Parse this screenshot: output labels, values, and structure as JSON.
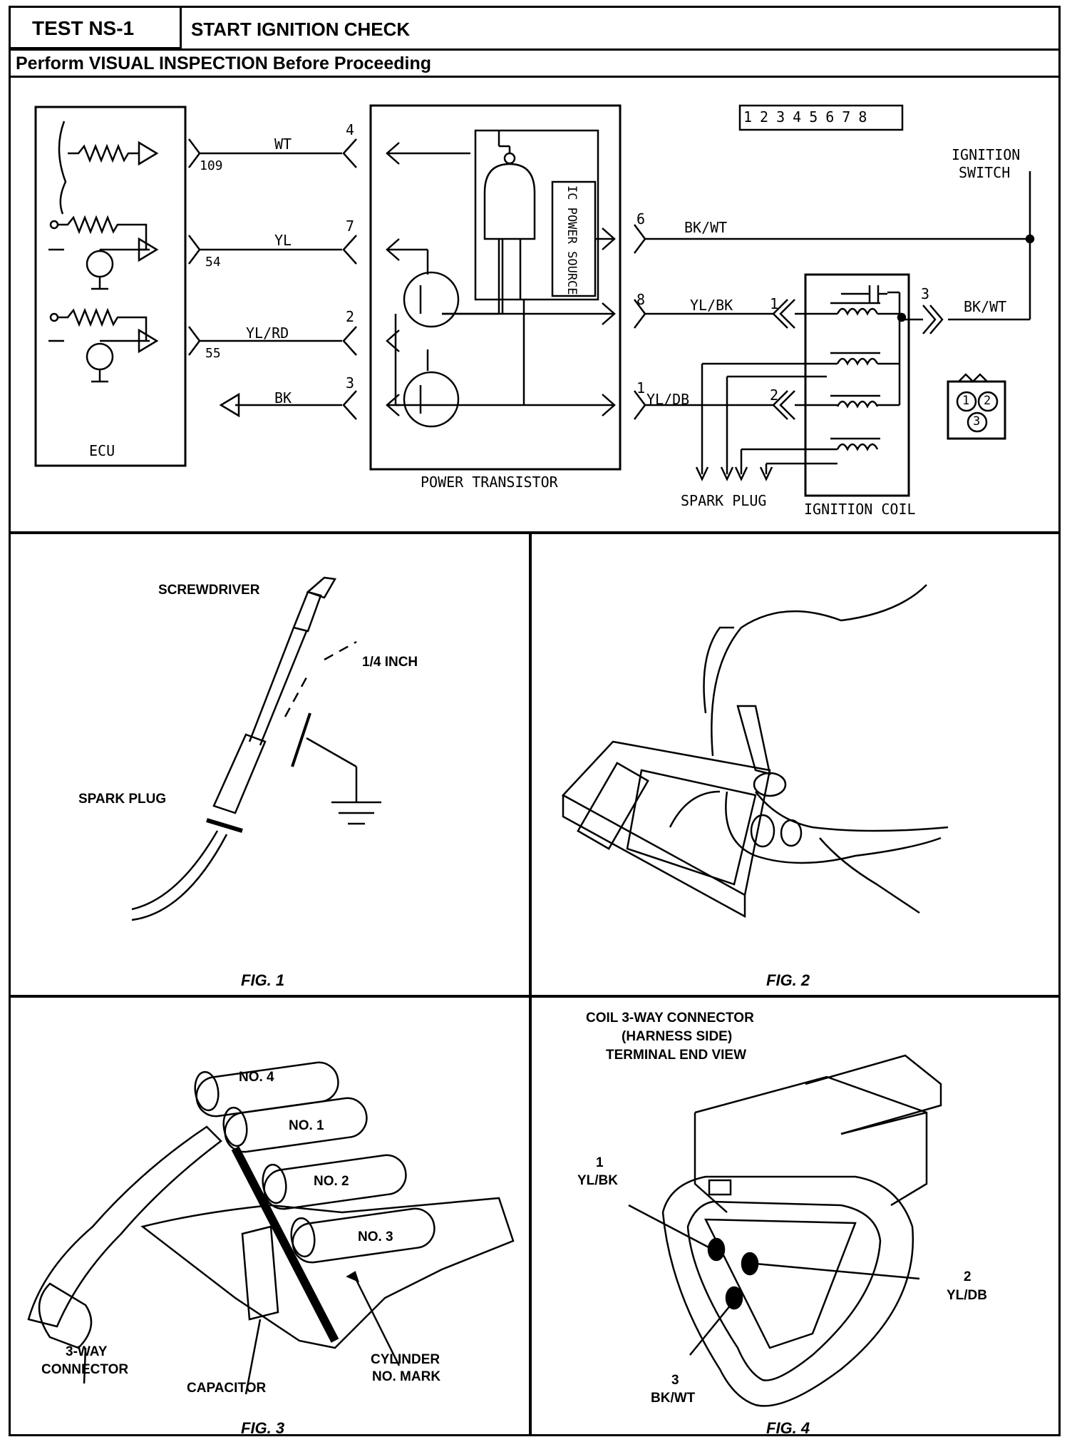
{
  "header": {
    "test_id": "TEST NS-1",
    "title": "START IGNITION CHECK",
    "instruction": "Perform VISUAL INSPECTION Before Proceeding"
  },
  "schematic": {
    "connector_pins": [
      "1",
      "2",
      "3",
      "4",
      "5",
      "6",
      "7",
      "8"
    ],
    "ecu_label": "ECU",
    "power_transistor_label": "POWER TRANSISTOR",
    "ic_power_source": "IC POWER SOURCE",
    "ignition_switch_line1": "IGNITION",
    "ignition_switch_line2": "SWITCH",
    "ignition_coil_label": "IGNITION COIL",
    "spark_plug_label": "SPARK PLUG",
    "ecu_pins": [
      "109",
      "54",
      "55"
    ],
    "wires_left": [
      {
        "color": "WT",
        "pin": "4"
      },
      {
        "color": "YL",
        "pin": "7"
      },
      {
        "color": "YL/RD",
        "pin": "2"
      },
      {
        "color": "BK",
        "pin": "3"
      }
    ],
    "wires_right": [
      {
        "color": "BK/WT",
        "pin": "6"
      },
      {
        "color": "YL/BK",
        "pin": "8"
      },
      {
        "color": "YL/DB",
        "pin": "1"
      }
    ],
    "coil_pins": [
      "1",
      "2",
      "3"
    ],
    "coil_out_wire": "BK/WT",
    "coil_connector_pins": [
      "1",
      "2",
      "3"
    ]
  },
  "fig1": {
    "caption": "FIG. 1",
    "screwdriver": "SCREWDRIVER",
    "gap": "1/4 INCH",
    "spark_plug": "SPARK PLUG"
  },
  "fig2": {
    "caption": "FIG. 2"
  },
  "fig3": {
    "caption": "FIG. 3",
    "coils": [
      "NO. 4",
      "NO. 1",
      "NO. 2",
      "NO. 3"
    ],
    "connector_line1": "3-WAY",
    "connector_line2": "CONNECTOR",
    "capacitor": "CAPACITOR",
    "cyl_mark_line1": "CYLINDER",
    "cyl_mark_line2": "NO. MARK"
  },
  "fig4": {
    "caption": "FIG. 4",
    "title_line1": "COIL 3-WAY CONNECTOR",
    "title_line2": "(HARNESS SIDE)",
    "title_line3": "TERMINAL END VIEW",
    "pin1_num": "1",
    "pin1_wire": "YL/BK",
    "pin2_num": "2",
    "pin2_wire": "YL/DB",
    "pin3_num": "3",
    "pin3_wire": "BK/WT"
  }
}
